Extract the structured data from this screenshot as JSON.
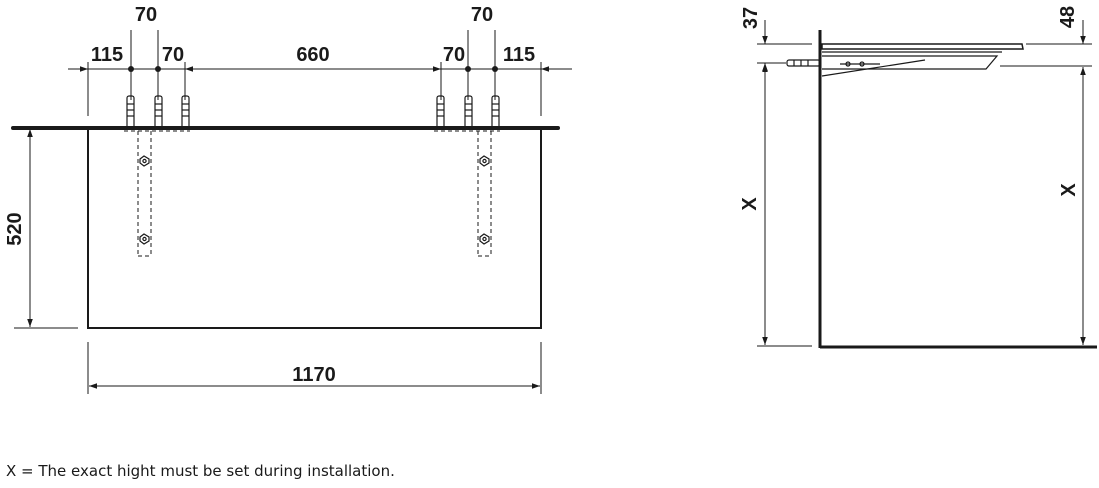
{
  "front_view": {
    "top_70_left": "70",
    "top_70_right": "70",
    "dim_115_left": "115",
    "dim_70_left": "70",
    "dim_660": "660",
    "dim_70_right": "70",
    "dim_115_right": "115",
    "height_520": "520",
    "width_1170": "1170"
  },
  "side_view": {
    "dim_37": "37",
    "dim_48": "48",
    "x_left": "X",
    "x_right": "X"
  },
  "note": "X = The exact hight must be set during installation."
}
